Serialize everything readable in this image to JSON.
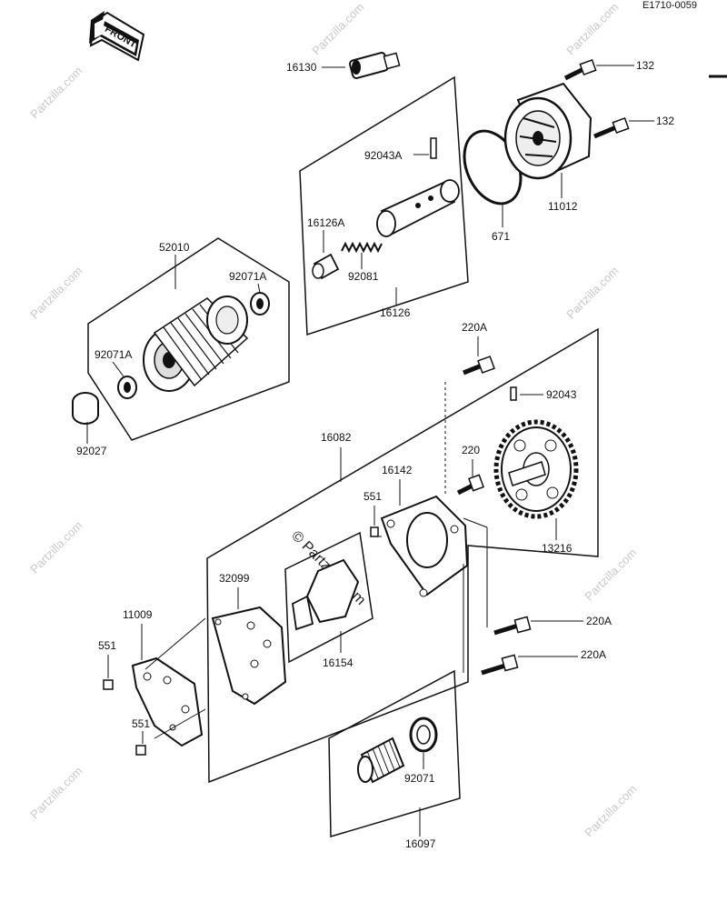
{
  "diagram_code": "E1710-0059",
  "front_label": "FRONT",
  "watermark_text": "Partzilla.com",
  "watermark_center": "© Partzilla.com",
  "parts": {
    "p16130": "16130",
    "p132a": "132",
    "p132b": "132",
    "p92043A": "92043A",
    "p671": "671",
    "p11012": "11012",
    "p16126A": "16126A",
    "p92081": "92081",
    "p16126": "16126",
    "p52010": "52010",
    "p92071A_r": "92071A",
    "p92071A_l": "92071A",
    "p92027": "92027",
    "p220A_top": "220A",
    "p92043": "92043",
    "p16082": "16082",
    "p220": "220",
    "p16142": "16142",
    "p551_mid": "551",
    "p13216": "13216",
    "p32099": "32099",
    "p11009": "11009",
    "p551_l": "551",
    "p16154": "16154",
    "p220A_mid": "220A",
    "p220A_low": "220A",
    "p551_low": "551",
    "p92071": "92071",
    "p16097": "16097"
  },
  "colors": {
    "ink": "#111111",
    "watermark": "#c9c9c9"
  }
}
